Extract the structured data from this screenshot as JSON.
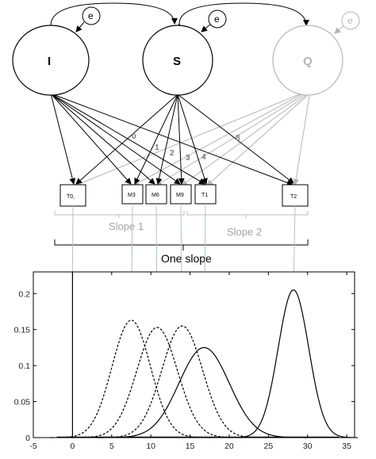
{
  "factors": {
    "intercept": "I",
    "slope": "S",
    "quadratic": "Q",
    "error": "e"
  },
  "measures": [
    "T0,",
    "M3",
    "M6",
    "M9",
    "T1",
    "T2"
  ],
  "loadings": [
    "0",
    "1",
    "2",
    "3",
    "4",
    "8"
  ],
  "braces": {
    "slope1": "Slope 1",
    "slope2": "Slope 2",
    "one_slope": "One slope"
  },
  "colors": {
    "dark": "#000000",
    "faded": "#b5b5b5",
    "guide": "#a9c4d4"
  },
  "chart_data": {
    "type": "line",
    "xlim": [
      -5,
      36
    ],
    "ylim": [
      0,
      0.23
    ],
    "x_ticks": [
      -5,
      0,
      5,
      10,
      15,
      20,
      25,
      30,
      35
    ],
    "y_ticks": [
      0,
      0.05,
      0.1,
      0.15,
      0.2
    ],
    "y_tick_labels": [
      "0",
      "0.05",
      "0.1",
      "0.15",
      "0.2"
    ],
    "series": [
      {
        "style": "dashed",
        "mean": 7.5,
        "sd": 2.45,
        "peak": 0.163
      },
      {
        "style": "dashed",
        "mean": 10.8,
        "sd": 2.6,
        "peak": 0.153
      },
      {
        "style": "dashed",
        "mean": 14,
        "sd": 2.6,
        "peak": 0.155
      },
      {
        "style": "solid",
        "mean": 16.8,
        "sd": 3.2,
        "peak": 0.125
      },
      {
        "style": "solid",
        "mean": 28.2,
        "sd": 1.95,
        "peak": 0.205
      }
    ],
    "vertical_line_x": 0
  }
}
